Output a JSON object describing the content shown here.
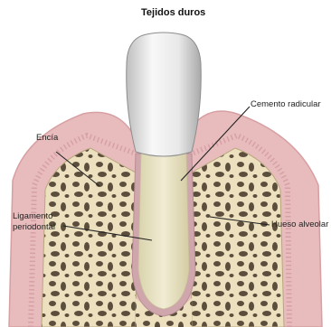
{
  "title": "Tejidos duros",
  "labels": {
    "encia": "Encía",
    "cemento": "Cemento radicular",
    "ligamento_line1": "Ligamento",
    "ligamento_line2": "periodontal",
    "hueso": "Hueso alveolar"
  },
  "colors": {
    "gum": "#e8bcbd",
    "gum_dark": "#d79fa2",
    "bone": "#ece0bf",
    "bone_holes": "#5b4e3c",
    "root": "#e9e4c6",
    "crown": "#f2f2f2",
    "ligament": "#cfa6ab"
  }
}
